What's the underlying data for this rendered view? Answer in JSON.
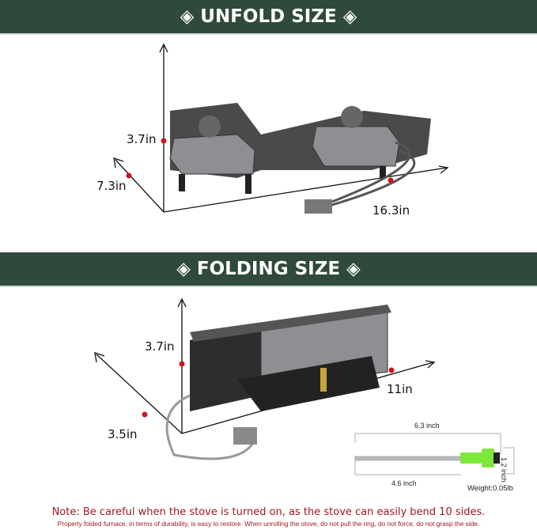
{
  "colors": {
    "banner": "#2f4a3c",
    "note": "#a01820",
    "marker": "#d0141e",
    "accent_green": "#7ee83a"
  },
  "unfold": {
    "title": "UNFOLD SIZE",
    "height": "3.7in",
    "depth": "7.3in",
    "width": "16.3in"
  },
  "folding": {
    "title": "FOLDING SIZE",
    "height": "3.7in",
    "depth": "3.5in",
    "width": "11in"
  },
  "tool": {
    "length": "6.3 inch",
    "shaft": "4.6 inch",
    "height": "1.2 inch",
    "weight": "Weight:0.05lb"
  },
  "note": {
    "main": "Note: Be careful when the stove is turned on, as the stove can easily bend 10 sides.",
    "detail": "Properly folded furnace, in terms of durability, is easy to restore. When unrolling the stove, do not pull the ring, do not force, do not grasp the side."
  }
}
